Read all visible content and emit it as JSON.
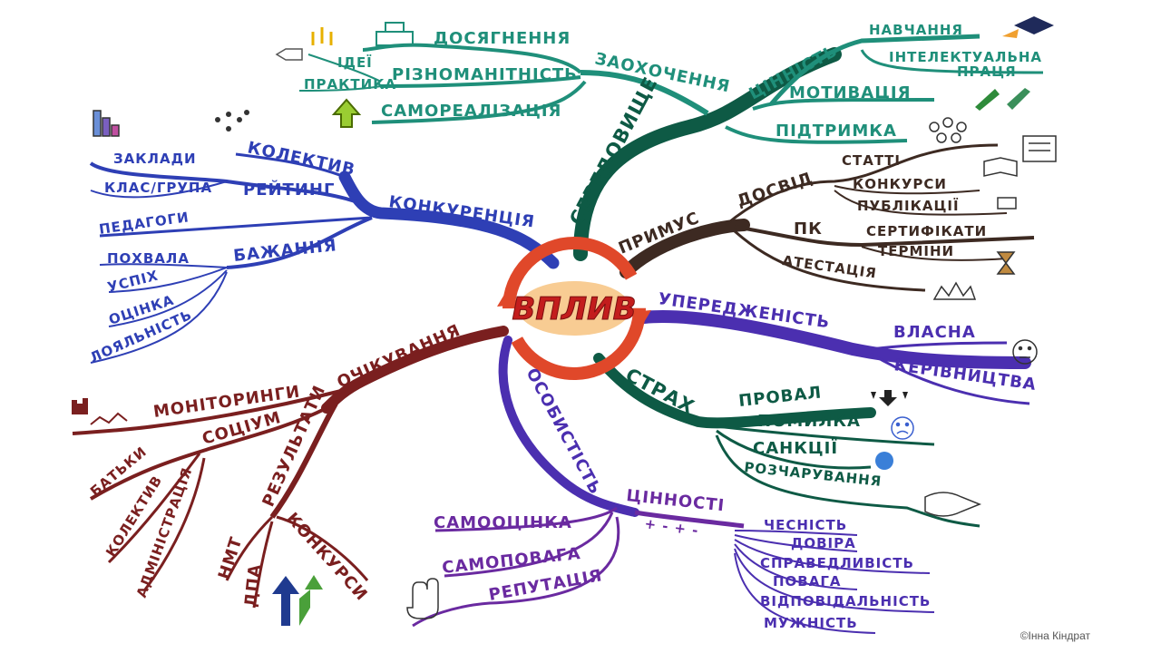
{
  "center": {
    "label": "ВПЛИВ"
  },
  "copyright": "©Інна Кіндрат",
  "colors": {
    "teal": "#1f8f7a",
    "dark_green": "#0e5a45",
    "blue": "#2e3fb5",
    "brown": "#3d2a22",
    "violet": "#4b2fb0",
    "purple": "#6a2aa0",
    "maroon": "#7a1f1f",
    "red_orange": "#e0482a"
  },
  "branches": {
    "seredovyshche": {
      "label": "СЕРЕДОВИЩЕ",
      "zaokhochennia": {
        "label": "ЗАОХОЧЕННЯ",
        "items": [
          "ДОСЯГНЕННЯ",
          "РІЗНОМАНІТНІСТЬ",
          "САМОРЕАЛІЗАЦІЯ"
        ],
        "sub": [
          "ІДЕЇ",
          "ПРАКТИКА"
        ]
      },
      "tsinnist": {
        "label": "ЦІННІСТЬ",
        "items": [
          "НАВЧАННЯ",
          "ІНТЕЛЕКТУАЛЬНА",
          "ПРАЦЯ"
        ]
      },
      "items": [
        "МОТИВАЦІЯ",
        "ПІДТРИМКА"
      ]
    },
    "konkurentsiia": {
      "label": "КОНКУРЕНЦІЯ",
      "reitynh": {
        "label": "РЕЙТИНГ",
        "items": [
          "КОЛЕКТИВ",
          "ЗАКЛАДИ",
          "КЛАС/ГРУПА",
          "ПЕДАГОГИ"
        ]
      },
      "bazhannia": {
        "label": "БАЖАННЯ",
        "items": [
          "ПОХВАЛА",
          "УСПІХ",
          "ОЦІНКА",
          "ЛОЯЛЬНІСТЬ"
        ]
      }
    },
    "prymus": {
      "label": "ПРИМУС",
      "dosvid": {
        "label": "ДОСВІД",
        "items": [
          "СТАТТІ",
          "КОНКУРСИ",
          "ПУБЛІКАЦІЇ"
        ]
      },
      "pk": {
        "label": "ПК",
        "items": [
          "СЕРТИФІКАТИ",
          "ТЕРМІНИ"
        ]
      },
      "atestatsiia": "АТЕСТАЦІЯ"
    },
    "uperedzhenist": {
      "label": "УПЕРЕДЖЕНІСТЬ",
      "items": [
        "ВЛАСНА",
        "КЕРІВНИЦТВА"
      ]
    },
    "strakh": {
      "label": "СТРАХ",
      "items": [
        "ПРОВАЛ",
        "ПОМИЛКА",
        "САНКЦІЇ",
        "РОЗЧАРУВАННЯ"
      ]
    },
    "osobystist": {
      "label": "ОСОБИСТІСТЬ",
      "tsinnosti": {
        "label": "ЦІННОСТІ",
        "marks": "+ - + -",
        "items": [
          "ЧЕСНІСТЬ",
          "ДОВІРА",
          "СПРАВЕДЛИВІСТЬ",
          "ПОВАГА",
          "ВІДПОВІДАЛЬНІСТЬ",
          "МУЖНІСТЬ"
        ]
      },
      "items": [
        "САМООЦІНКА",
        "САМОПОВАГА",
        "РЕПУТАЦІЯ"
      ]
    },
    "ochikuvannia": {
      "label": "ОЧІКУВАННЯ",
      "monitorynhy": "МОНІТОРИНГИ",
      "sotsium": {
        "label": "СОЦІУМ",
        "items": [
          "БАТЬКИ",
          "КОЛЕКТИВ",
          "АДМІНІСТРАЦІЯ"
        ]
      },
      "rezultaty": {
        "label": "РЕЗУЛЬТАТИ",
        "items": [
          "НМТ",
          "ДПА",
          "КОНКУРСИ"
        ]
      }
    }
  }
}
